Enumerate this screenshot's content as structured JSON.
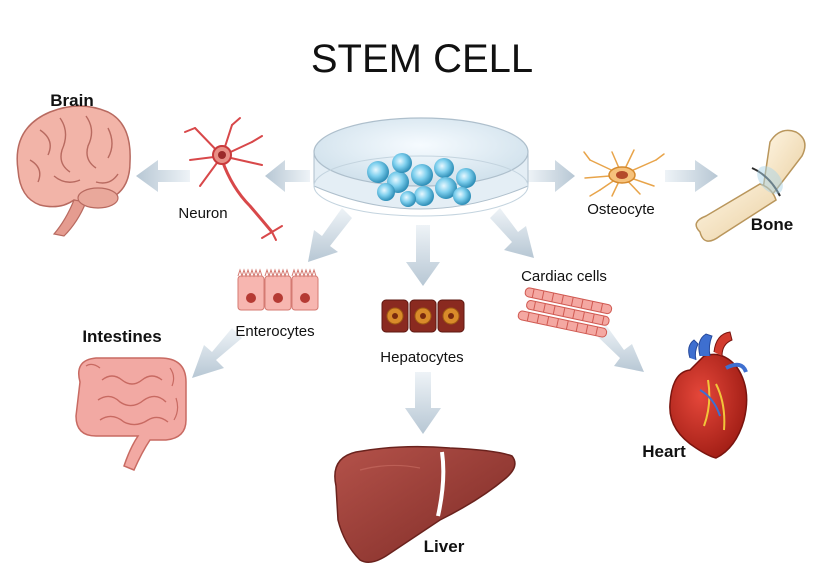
{
  "title": "STEM CELL",
  "cells": {
    "neuron": "Neuron",
    "osteocyte": "Osteocyte",
    "enterocytes": "Enterocytes",
    "hepatocytes": "Hepatocytes",
    "cardiac": "Cardiac cells"
  },
  "organs": {
    "brain": "Brain",
    "bone": "Bone",
    "intestines": "Intestines",
    "liver": "Liver",
    "heart": "Heart"
  },
  "colors": {
    "arrow": "#cfd9e2",
    "brain": "#f2b4a8",
    "liver": "#a0413a",
    "heart": "#c8281e",
    "bone": "#f5e3c3",
    "dish": "#dbe9f2",
    "cell": "#4fb7d9"
  }
}
